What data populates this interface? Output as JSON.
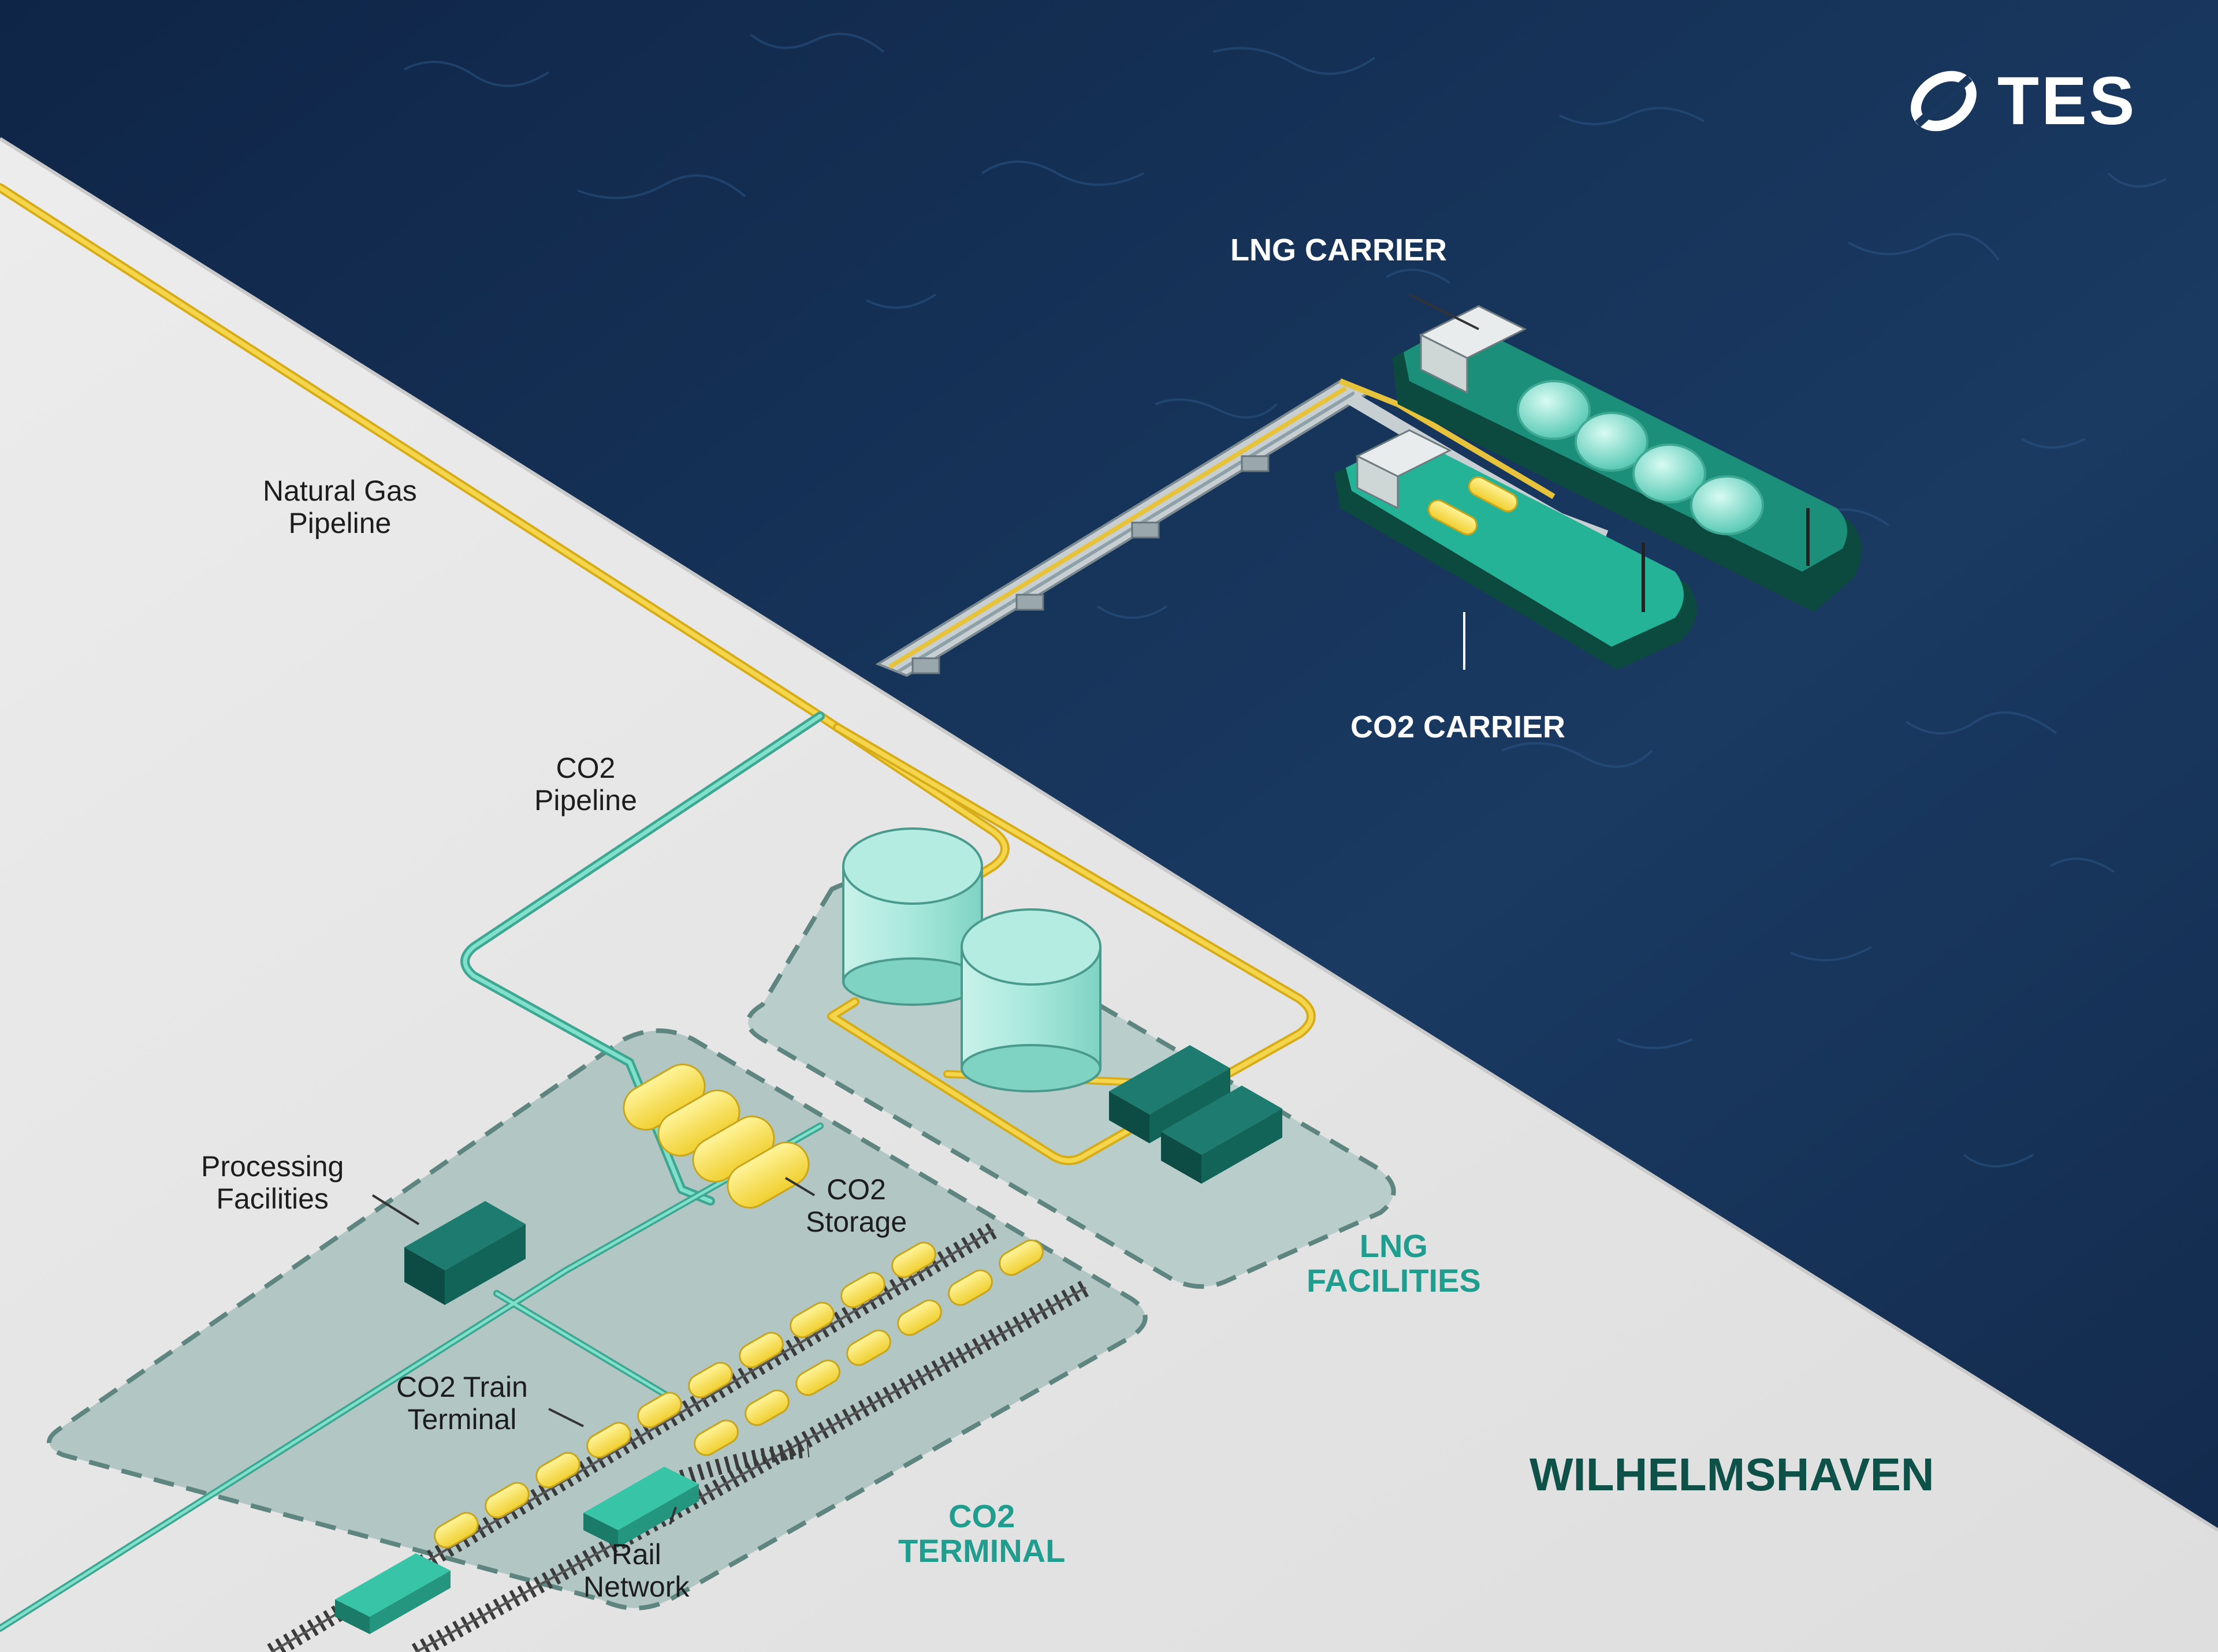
{
  "logo": {
    "text": "TES",
    "icon": "tes-logo-icon"
  },
  "ships": {
    "lng_carrier": "LNG CARRIER",
    "co2_carrier": "CO2 CARRIER"
  },
  "pipelines": {
    "natural_gas": [
      "Natural Gas",
      "Pipeline"
    ],
    "co2": [
      "CO2",
      "Pipeline"
    ]
  },
  "facilities": {
    "processing": [
      "Processing",
      "Facilities"
    ],
    "co2_storage": [
      "CO2",
      "Storage"
    ],
    "co2_train_terminal": [
      "CO2 Train",
      "Terminal"
    ],
    "rail_network": [
      "Rail",
      "Network"
    ]
  },
  "zones": {
    "lng_facilities": [
      "LNG",
      "FACILITIES"
    ],
    "co2_terminal": [
      "CO2",
      "TERMINAL"
    ]
  },
  "city": "WILHELMSHAVEN",
  "colors": {
    "sea": "#132c4f",
    "land": "#e6e6e6",
    "teal": "#1fb59a",
    "dark_teal": "#0e5148",
    "yellow_pipe": "#f2cd3e",
    "teal_pipe": "#56c9b3",
    "zone_fill": "#b6c9c6"
  }
}
